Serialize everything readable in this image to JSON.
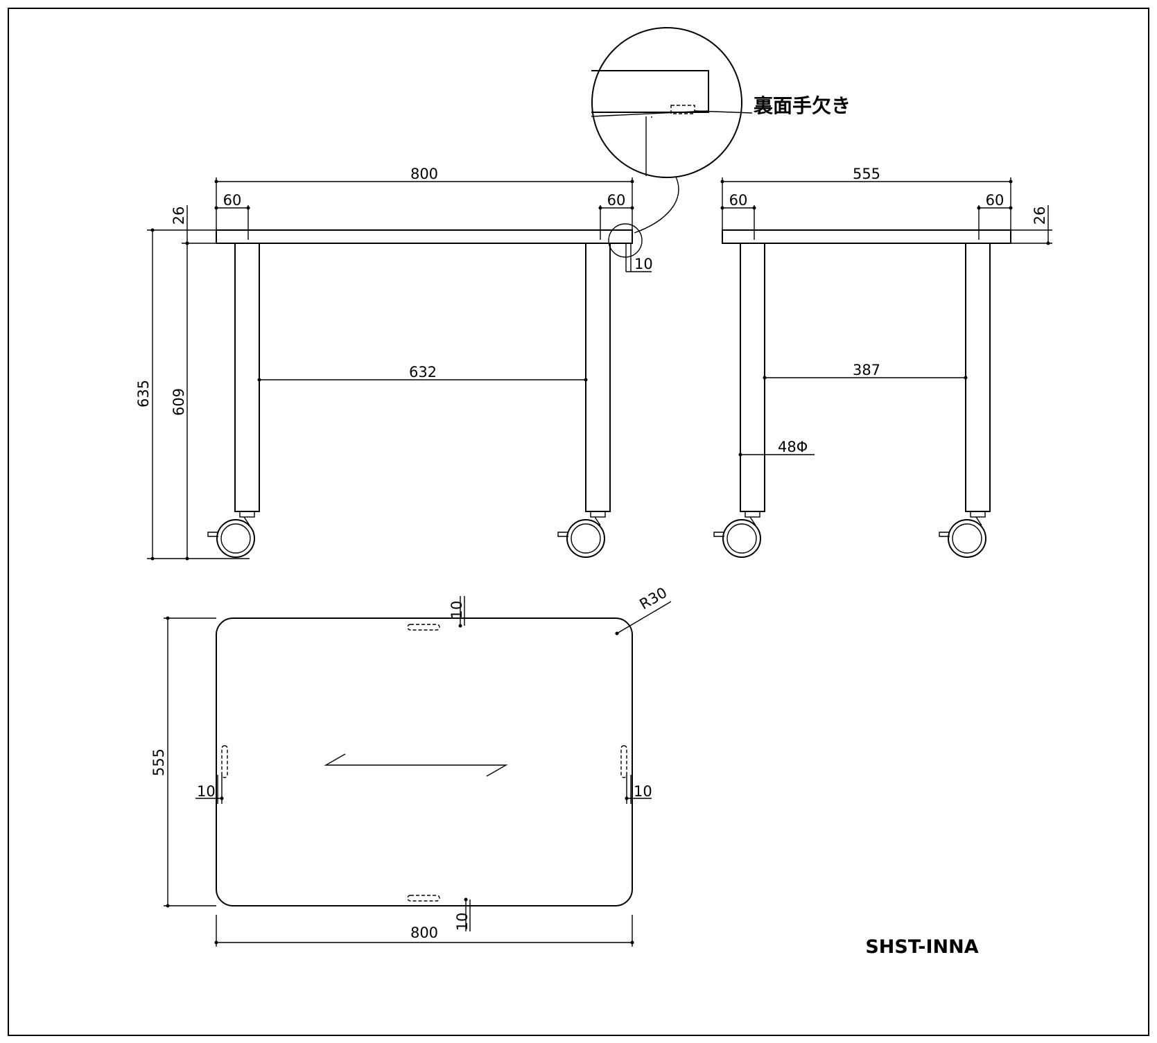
{
  "detail_note": "裏面手欠き",
  "model_code": "SHST-INNA",
  "front_view": {
    "overall_width": "800",
    "leg_width_left": "60",
    "leg_width_right": "60",
    "top_thickness": "26",
    "overall_height": "635",
    "leg_height": "609",
    "inner_span": "632",
    "cutout_depth": "10"
  },
  "side_view": {
    "overall_depth": "555",
    "leg_width_left": "60",
    "leg_width_right": "60",
    "top_thickness": "26",
    "inner_span": "387",
    "leg_diameter": "48Φ"
  },
  "plan_view": {
    "corner_radius": "R30",
    "top_offset": "10",
    "bottom_offset": "10",
    "left_offset": "10",
    "right_offset": "10",
    "depth": "555",
    "width": "800"
  }
}
